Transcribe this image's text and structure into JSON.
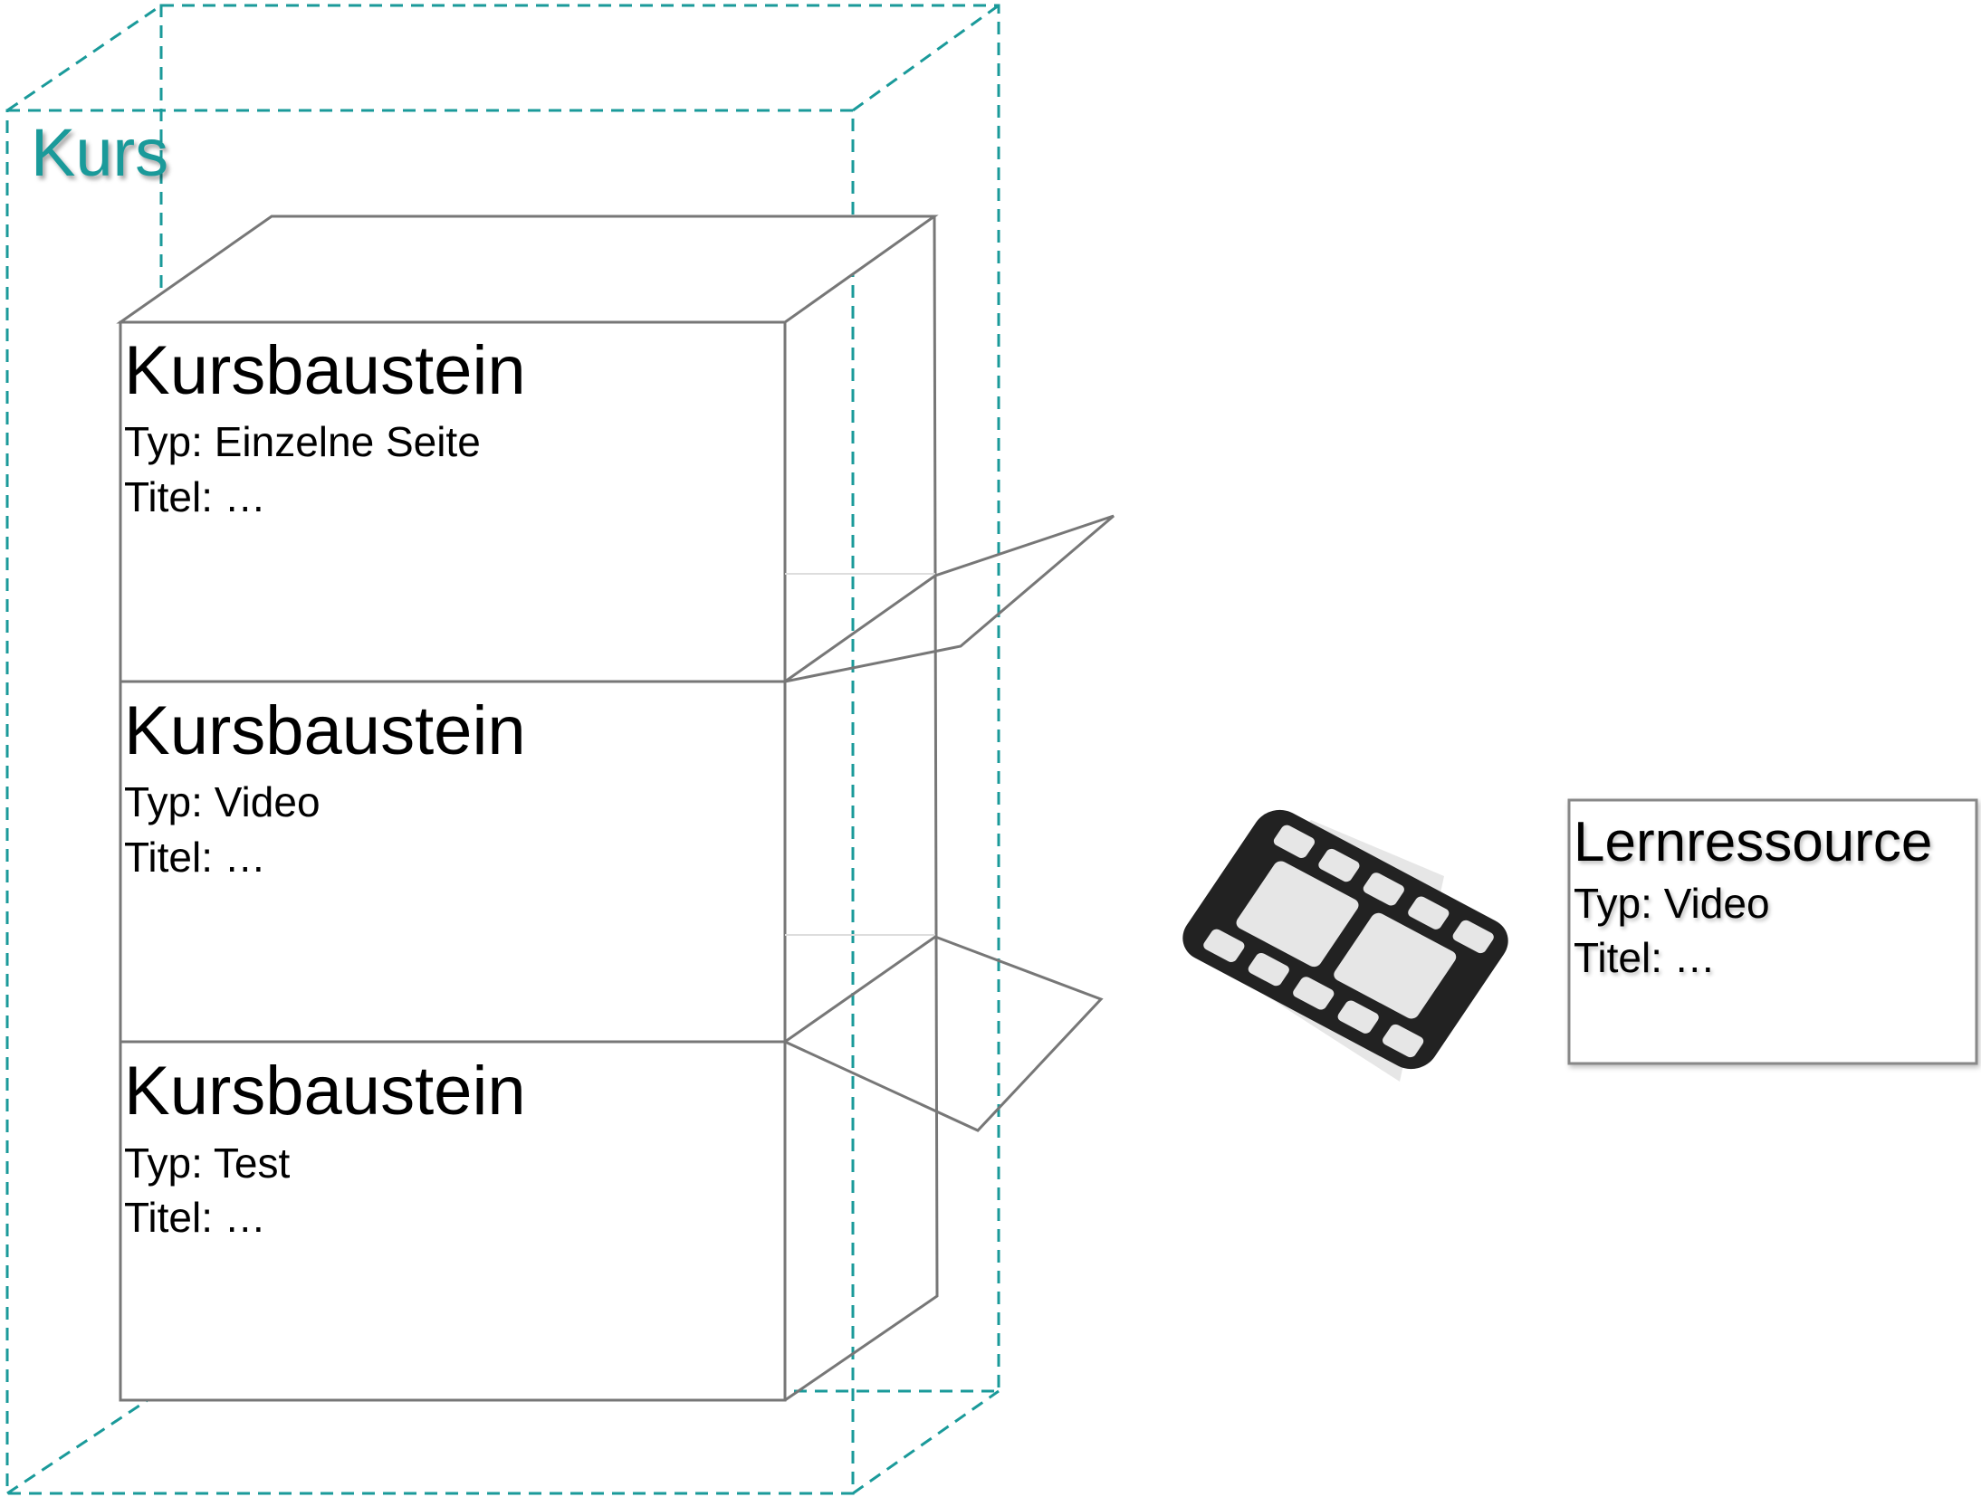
{
  "kurs": {
    "label": "Kurs",
    "border_color": "#1a9a9a"
  },
  "blocks": [
    {
      "title": "Kursbaustein",
      "typ": "Typ: Einzelne Seite",
      "titel": "Titel: …"
    },
    {
      "title": "Kursbaustein",
      "typ": "Typ: Video",
      "titel": "Titel: …"
    },
    {
      "title": "Kursbaustein",
      "typ": "Typ: Test",
      "titel": "Titel: …"
    }
  ],
  "resource": {
    "title": "Lernressource",
    "typ": "Typ: Video",
    "titel": "Titel: …"
  },
  "icons": {
    "video": "film-strip-icon"
  }
}
